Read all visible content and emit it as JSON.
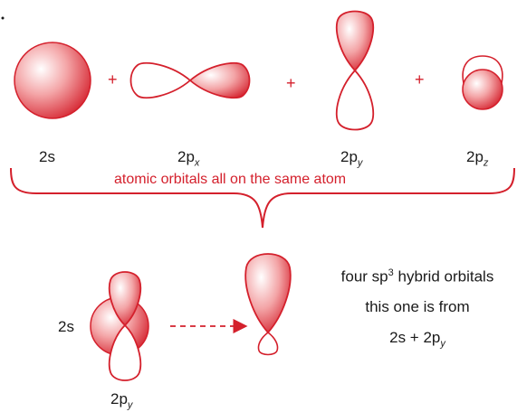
{
  "labels": {
    "orb_2s": "2s",
    "orb_2px_main": "2p",
    "orb_2px_sub": "x",
    "orb_2py_main": "2p",
    "orb_2py_sub": "y",
    "orb_2pz_main": "2p",
    "orb_2pz_sub": "z",
    "plus": "+",
    "caption": "atomic orbitals all on the same atom",
    "mix_2s": "2s",
    "mix_2py_main": "2p",
    "mix_2py_sub": "y",
    "hybrid_line1_pre": "four sp",
    "hybrid_line1_sup": "3",
    "hybrid_line1_post": " hybrid orbitals",
    "hybrid_line2": "this one is from",
    "hybrid_line3_main": "2s + 2p",
    "hybrid_line3_sub": "y"
  },
  "colors": {
    "accent": "#d4202c",
    "text": "#1a1a1a"
  }
}
